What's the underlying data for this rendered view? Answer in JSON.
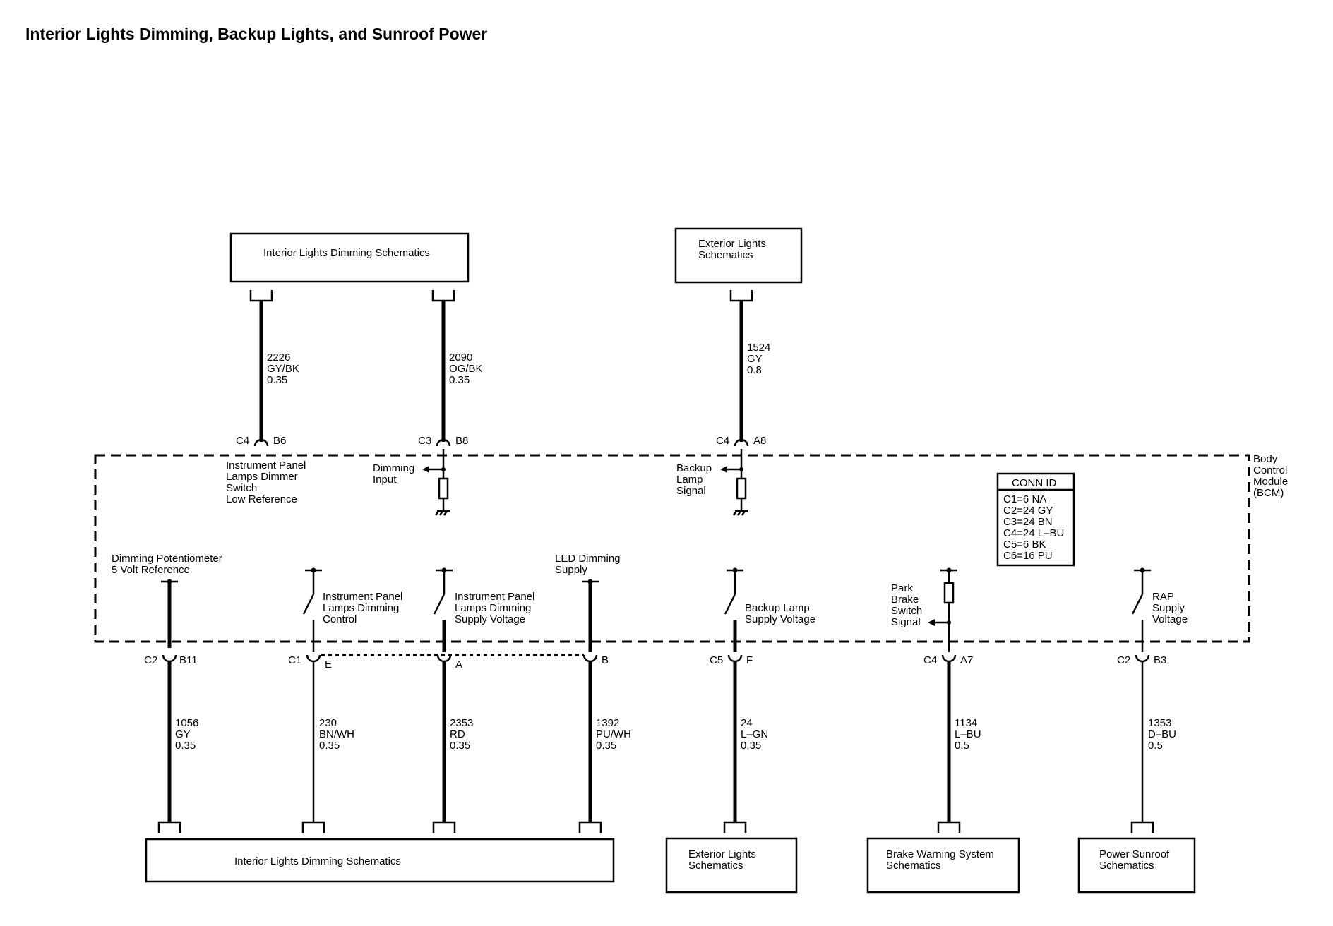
{
  "title": "Interior Lights Dimming, Backup Lights, and Sunroof Power",
  "top_boxes": {
    "interior": "Interior Lights Dimming Schematics",
    "exterior": [
      "Exterior Lights",
      "Schematics"
    ]
  },
  "bottom_boxes": {
    "interior": "Interior Lights Dimming Schematics",
    "exterior": [
      "Exterior Lights",
      "Schematics"
    ],
    "brake": [
      "Brake Warning System",
      "Schematics"
    ],
    "sunroof": [
      "Power Sunroof",
      "Schematics"
    ]
  },
  "module": {
    "label": [
      "Body",
      "Control",
      "Module",
      "(BCM)"
    ]
  },
  "conn_id": {
    "header": "CONN ID",
    "rows": [
      "C1=6 NA",
      "C2=24 GY",
      "C3=24 BN",
      "C4=24 L–BU",
      "C5=6 BK",
      "C6=16 PU"
    ]
  },
  "top_wires": [
    {
      "circuit": "2226",
      "color": "GY/BK",
      "gauge": "0.35",
      "conn": "C4",
      "pin": "B6"
    },
    {
      "circuit": "2090",
      "color": "OG/BK",
      "gauge": "0.35",
      "conn": "C3",
      "pin": "B8"
    },
    {
      "circuit": "1524",
      "color": "GY",
      "gauge": "0.8",
      "conn": "C4",
      "pin": "A8"
    }
  ],
  "bottom_wires": [
    {
      "circuit": "1056",
      "color": "GY",
      "gauge": "0.35",
      "conn": "C2",
      "pin": "B11"
    },
    {
      "circuit": "230",
      "color": "BN/WH",
      "gauge": "0.35",
      "conn": "C1",
      "pin": "E"
    },
    {
      "circuit": "2353",
      "color": "RD",
      "gauge": "0.35",
      "conn": "",
      "pin": "A"
    },
    {
      "circuit": "1392",
      "color": "PU/WH",
      "gauge": "0.35",
      "conn": "",
      "pin": "B"
    },
    {
      "circuit": "24",
      "color": "L–GN",
      "gauge": "0.35",
      "conn": "C5",
      "pin": "F"
    },
    {
      "circuit": "1134",
      "color": "L–BU",
      "gauge": "0.5",
      "conn": "C4",
      "pin": "A7"
    },
    {
      "circuit": "1353",
      "color": "D–BU",
      "gauge": "0.5",
      "conn": "C2",
      "pin": "B3"
    }
  ],
  "internal_labels": {
    "ip_dimmer_low_ref": [
      "Instrument Panel",
      "Lamps Dimmer",
      "Switch",
      "Low Reference"
    ],
    "dimming_input": [
      "Dimming",
      "Input"
    ],
    "backup_lamp_signal": [
      "Backup",
      "Lamp",
      "Signal"
    ],
    "dimming_pot_ref": [
      "Dimming Potentiometer",
      "5 Volt Reference"
    ],
    "ip_lamps_dimming_control": [
      "Instrument Panel",
      "Lamps Dimming",
      "Control"
    ],
    "ip_lamps_dimming_supply": [
      "Instrument Panel",
      "Lamps Dimming",
      "Supply Voltage"
    ],
    "led_dimming_supply": [
      "LED Dimming",
      "Supply"
    ],
    "backup_lamp_supply": [
      "Backup Lamp",
      "Supply Voltage"
    ],
    "park_brake_signal": [
      "Park",
      "Brake",
      "Switch",
      "Signal"
    ],
    "rap_supply": [
      "RAP",
      "Supply",
      "Voltage"
    ]
  }
}
